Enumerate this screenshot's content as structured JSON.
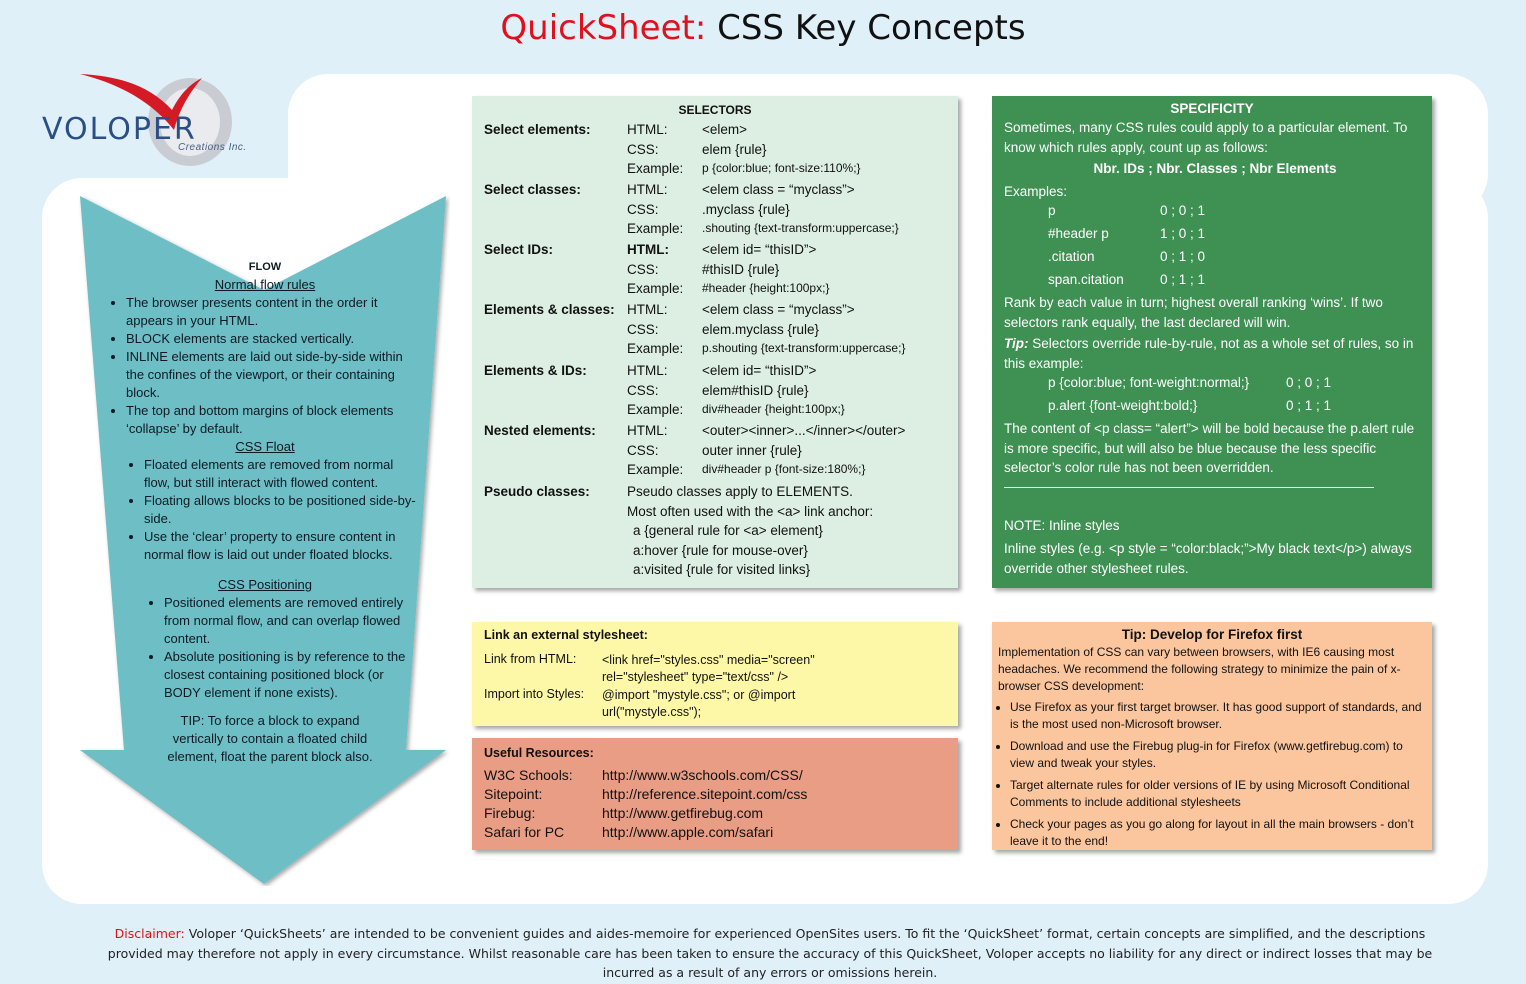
{
  "title": {
    "brand": "QuickSheet:",
    "rest": "CSS Key Concepts"
  },
  "logo": {
    "name": "VOLOPER",
    "sub": "Creations Inc."
  },
  "flow": {
    "heading": "FLOW",
    "normal_title": "Normal flow rules",
    "normal_items": [
      "The browser presents content in the order it appears in your HTML.",
      "BLOCK elements are stacked vertically.",
      "INLINE elements are laid out side-by-side within the confines of the viewport, or their containing block.",
      "The top and bottom margins of block elements ‘collapse’ by default."
    ],
    "float_title": "CSS Float",
    "float_items": [
      "Floated elements are removed from normal flow, but still interact with flowed content.",
      "Floating allows blocks to be positioned side-by-side.",
      "Use the ‘clear’ property to ensure content in normal flow is laid out under floated blocks."
    ],
    "pos_title": "CSS Positioning",
    "pos_items": [
      "Positioned elements are removed entirely from normal flow, and can overlap flowed content.",
      "Absolute positioning is by reference to the closest containing positioned block (or BODY element if none exists)."
    ],
    "tip": "TIP: To force a block to expand vertically to contain a floated child element, float the parent block also."
  },
  "selectors": {
    "heading": "SELECTORS",
    "groups": [
      {
        "label": "Select elements:",
        "rows": [
          [
            "HTML:",
            "<elem>"
          ],
          [
            "CSS:",
            "elem {rule}"
          ],
          [
            "Example:",
            "p {color:blue; font-size:110%;}"
          ]
        ]
      },
      {
        "label": "Select classes:",
        "rows": [
          [
            "HTML:",
            "<elem class = “myclass”>"
          ],
          [
            "CSS:",
            ".myclass {rule}"
          ],
          [
            "Example:",
            ".shouting {text-transform:uppercase;}"
          ]
        ]
      },
      {
        "label": "Select IDs:",
        "rows": [
          [
            "HTML:",
            "<elem id= “thisID”>"
          ],
          [
            "CSS:",
            "#thisID {rule}"
          ],
          [
            "Example:",
            "#header {height:100px;}"
          ]
        ]
      },
      {
        "label": "Elements & classes:",
        "rows": [
          [
            "HTML:",
            "<elem class = “myclass”>"
          ],
          [
            "CSS:",
            "elem.myclass {rule}"
          ],
          [
            "Example:",
            "p.shouting {text-transform:uppercase;}"
          ]
        ]
      },
      {
        "label": "Elements & IDs:",
        "rows": [
          [
            "HTML:",
            "<elem id= “thisID”>"
          ],
          [
            "CSS:",
            "elem#thisID {rule}"
          ],
          [
            "Example:",
            "div#header {height:100px;}"
          ]
        ]
      },
      {
        "label": "Nested elements:",
        "rows": [
          [
            "HTML:",
            "<outer><inner>...</inner></outer>"
          ],
          [
            "CSS:",
            "outer inner {rule}"
          ],
          [
            "Example:",
            "div#header p {font-size:180%;}"
          ]
        ]
      }
    ],
    "pseudo_label": "Pseudo classes:",
    "pseudo_lines": [
      "Pseudo classes apply to ELEMENTS.",
      "Most often used with the <a> link anchor:",
      "a {general rule for <a> element}",
      "a:hover {rule for mouse-over}",
      "a:visited {rule for visited links}"
    ]
  },
  "specificity": {
    "heading": "SPECIFICITY",
    "intro": "Sometimes, many CSS rules could apply to a particular element.  To know which rules apply, count up as follows:",
    "formula": "Nbr. IDs ; Nbr. Classes ; Nbr Elements",
    "examples_label": "Examples:",
    "examples": [
      [
        "p",
        "0 ; 0 ; 1"
      ],
      [
        "#header p",
        "1 ; 0 ; 1"
      ],
      [
        ".citation",
        "0 ; 1 ; 0"
      ],
      [
        "span.citation",
        "0 ; 1 ; 1"
      ]
    ],
    "rank": "Rank by each value in turn; highest overall ranking ‘wins’.  If two selectors rank equally, the last declared will win.",
    "tip_label": "Tip:",
    "tip_text": " Selectors override rule-by-rule, not as a whole set of rules, so in this example:",
    "tip_examples": [
      [
        "p {color:blue; font-weight:normal;}",
        "0 ; 0 ; 1"
      ],
      [
        "p.alert {font-weight:bold;}",
        "0 ; 1 ; 1"
      ]
    ],
    "content_note": "The content of <p class= “alert”> will be bold because the p.alert rule is more specific, but will also be blue because the less specific selector’s color rule has not been overridden.",
    "note_title": "NOTE:  Inline styles",
    "note_text": "Inline styles (e.g. <p style = “color:black;”>My black text</p>) always override other stylesheet rules."
  },
  "link": {
    "heading": "Link an external stylesheet:",
    "rows": [
      [
        "Link from HTML:",
        "<link  href=\"styles.css\" media=\"screen\" rel=\"stylesheet\" type=\"text/css\" />"
      ],
      [
        "Import into Styles:",
        "@import \"mystyle.css\";    or    @import url(\"mystyle.css\");"
      ]
    ]
  },
  "resources": {
    "heading": "Useful Resources:",
    "rows": [
      [
        "W3C Schools:",
        "http://www.w3schools.com/CSS/"
      ],
      [
        "Sitepoint:",
        "http://reference.sitepoint.com/css"
      ],
      [
        "Firebug:",
        "http://www.getfirebug.com"
      ],
      [
        "Safari for PC",
        "http://www.apple.com/safari"
      ]
    ]
  },
  "firefox_tip": {
    "heading": "Tip: Develop for Firefox first",
    "intro": "Implementation of CSS can vary between browsers, with IE6 causing most headaches. We recommend the following strategy to minimize the pain of x-browser CSS development:",
    "items": [
      "Use Firefox as your first target browser. It has good support of standards, and is the most used non-Microsoft browser.",
      "Download and use the Firebug plug-in for Firefox (www.getfirebug.com) to view and tweak your styles.",
      "Target alternate rules for older versions of IE by using Microsoft Conditional Comments to include additional stylesheets",
      "Check your pages as you go along for layout in all the main browsers - don’t leave it to the end!"
    ]
  },
  "disclaimer": {
    "label": "Disclaimer:",
    "text": " Voloper ‘QuickSheets’ are intended to be convenient guides and aides-memoire for experienced OpenSites users. To fit the ‘QuickSheet’ format, certain concepts are simplified, and the descriptions provided may therefore not apply in every circumstance. Whilst reasonable care has been taken to ensure the accuracy of this QuickSheet, Voloper accepts no liability for any direct or indirect losses that may be incurred as a result of any errors or omissions herein."
  }
}
